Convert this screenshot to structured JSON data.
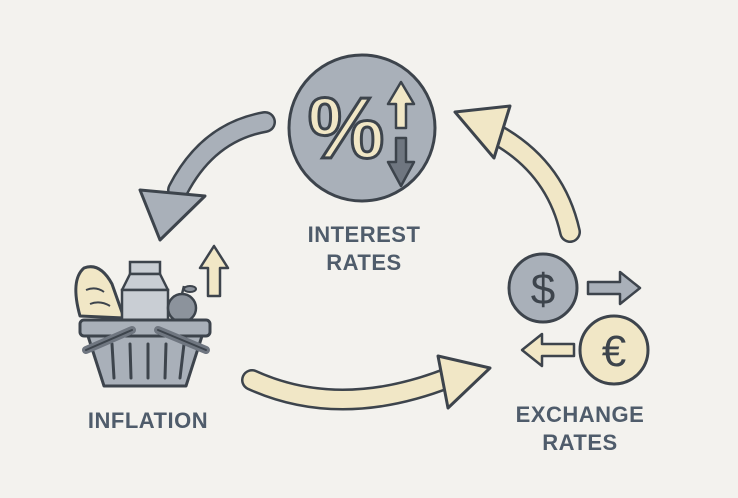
{
  "nodes": {
    "interest": {
      "line1": "INTEREST",
      "line2": "RATES"
    },
    "inflation": {
      "line1": "INFLATION"
    },
    "exchange": {
      "line1": "EXCHANGE",
      "line2": "RATES"
    }
  },
  "icons": {
    "percent": "%",
    "dollar": "$",
    "euro": "€"
  },
  "colors": {
    "background": "#f3f2ee",
    "gray_fill": "#a9b0b9",
    "gray_dark": "#6f7680",
    "cream": "#f1e7c6",
    "outline": "#3d444c",
    "label": "#4f5c6b"
  }
}
